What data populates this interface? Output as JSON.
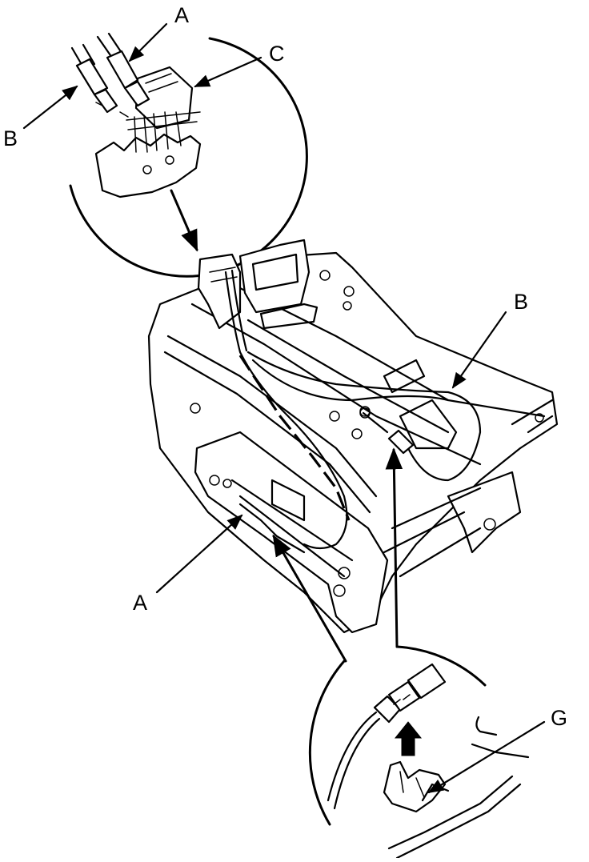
{
  "diagram": {
    "callouts": [
      {
        "id": "A",
        "label": "A",
        "name": "callout-a-top"
      },
      {
        "id": "C",
        "label": "C",
        "name": "callout-c"
      },
      {
        "id": "B",
        "label": "B",
        "name": "callout-b-left"
      },
      {
        "id": "B2",
        "label": "B",
        "name": "callout-b-right"
      },
      {
        "id": "A2",
        "label": "A",
        "name": "callout-a-bottom"
      },
      {
        "id": "G",
        "label": "G",
        "name": "callout-g"
      }
    ]
  }
}
